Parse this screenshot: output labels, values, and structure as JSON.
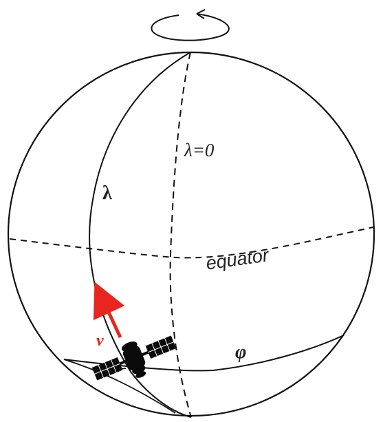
{
  "diagram": {
    "labels": {
      "meridian_zero": "λ=0",
      "longitude": "λ",
      "equator": "equator",
      "velocity": "v",
      "latitude": "φ"
    },
    "colors": {
      "stroke": "#111111",
      "velocity_arrow": "#e8251e",
      "satellite": "#0a0a0a",
      "background": "#ffffff"
    },
    "icons": {
      "rotation": "rotation-arrow-icon",
      "satellite": "satellite-icon"
    }
  }
}
